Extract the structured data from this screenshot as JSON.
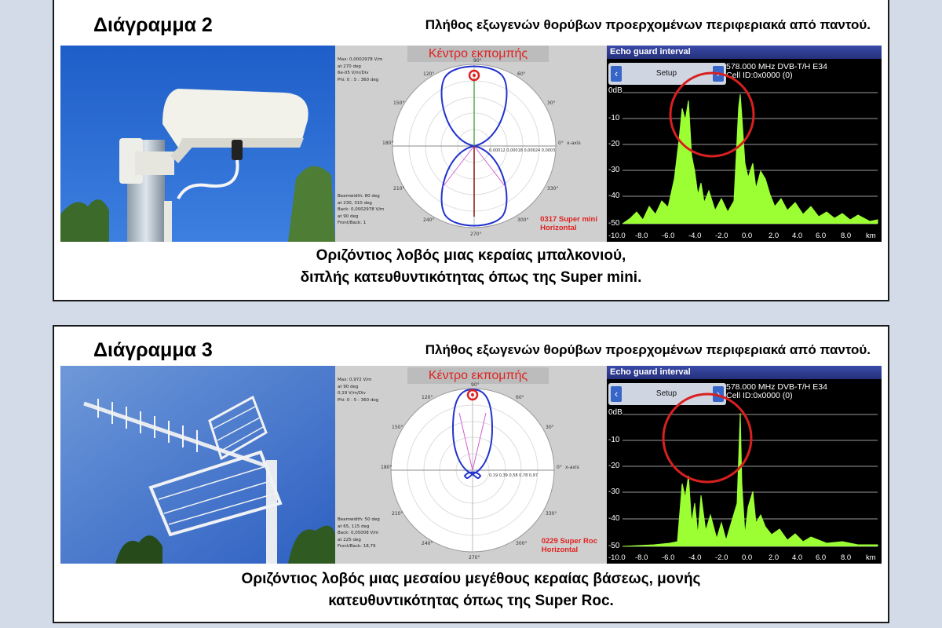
{
  "panels": [
    {
      "title": "Διάγραμμα 2",
      "subtitle": "Πλήθος εξωγενών θορύβων προερχομένων περιφεριακά από παντού.",
      "polar": {
        "center_label": "Κέντρο εκπομπής",
        "info_top": "Max: 0,0002978 V/m\nat 270 deg\n6e-05 V/m/Div\nPhi: 0 : 5 : 360 deg",
        "info_bottom": "Beamwidth: 80 deg\nat 230, 310 deg\nBack: 0,0002978 V/m\nat 90 deg\nFront/Back: 1",
        "axis_ticks": "0,00012  0,00018  0,00024  0,0003",
        "antenna": "0317 Super mini",
        "orientation": "Horizontal"
      },
      "spectrum": {
        "header": "Echo guard interval",
        "setup": "Setup",
        "freq_line1": "578.000 MHz  DVB-T/H  E34",
        "freq_line2": "Cell ID:0x0000 (0)"
      },
      "caption_line1": "Οριζόντιος λοβός μιας κεραίας μπαλκονιού,",
      "caption_line2": "διπλής κατευθυντικότητας όπως της Super mini."
    },
    {
      "title": "Διάγραμμα 3",
      "subtitle": "Πλήθος εξωγενών θορύβων προερχομένων περιφεριακά από παντού.",
      "polar": {
        "center_label": "Κέντρο εκπομπής",
        "info_top": "Max: 0,972 V/m\nat 90 deg\n0,19 V/m/Div\nPhi: 0 : 5 : 360 deg",
        "info_bottom": "Beamwidth: 50 deg\nat 65, 115 deg\nBack: 0,05008 V/m\nat 225 deg\nFront/Back: 18,79",
        "axis_ticks": "0,19   0,39   0,58   0,78   0,97",
        "antenna": "0229 Super Roc",
        "orientation": "Horizontal"
      },
      "spectrum": {
        "header": "Echo guard interval",
        "setup": "Setup",
        "freq_line1": "578.000 MHz  DVB-T/H  E34",
        "freq_line2": "Cell ID:0x0000 (0)"
      },
      "caption_line1": "Οριζόντιος λοβός μιας μεσαίου μεγέθους κεραίας βάσεως, μονής",
      "caption_line2": "κατευθυντικότητας όπως της Super Roc."
    }
  ],
  "spectrum_axis": {
    "y_labels": [
      "0dB",
      "-10",
      "-20",
      "-30",
      "-40",
      "-50"
    ],
    "x_labels": [
      "-10.0",
      "-8.0",
      "-6.0",
      "-4.0",
      "-2.0",
      "0.0",
      "2.0",
      "4.0",
      "6.0",
      "8.0",
      "km"
    ]
  },
  "polar_angles": [
    "90°",
    "60°",
    "30°",
    "0°",
    "330°",
    "300°",
    "270°",
    "240°",
    "210°",
    "180°",
    "150°",
    "120°"
  ],
  "polar_axis_name": "x-axis",
  "colors": {
    "lobe": "#2233cc",
    "highlight": "#e02020",
    "spectrum": "#9cff33"
  }
}
